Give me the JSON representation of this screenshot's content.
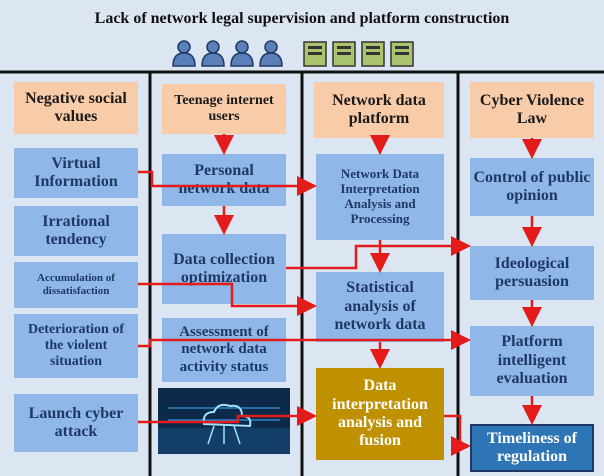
{
  "title": "Lack of network legal supervision and platform construction",
  "icons": {
    "people": [
      "person-icon",
      "person-icon",
      "person-icon",
      "person-icon"
    ],
    "servers": [
      "server-icon",
      "server-icon",
      "server-icon",
      "server-icon"
    ],
    "accent_line": "#e31b1b"
  },
  "col1": {
    "header": "Negative social values",
    "items": [
      "Virtual Information",
      "Irrational tendency",
      "Accumulation of dissatisfaction",
      "Deterioration of the violent situation",
      "Launch cyber attack"
    ]
  },
  "col2": {
    "header": "Teenage internet users",
    "items": [
      "Personal network data",
      "Data collection optimization",
      "Assessment of network data activity status"
    ]
  },
  "col3": {
    "header": "Network data platform",
    "items": [
      "Network Data Interpretation Analysis and Processing",
      "Statistical analysis of network data",
      "Data interpretation analysis and fusion"
    ]
  },
  "col4": {
    "header": "Cyber Violence Law",
    "items": [
      "Control of public opinion",
      "Ideological persuasion",
      "Platform intelligent evaluation",
      "Timeliness of regulation"
    ]
  }
}
